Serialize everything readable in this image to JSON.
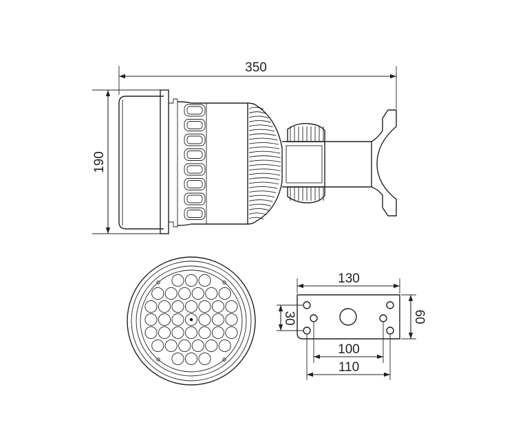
{
  "dimensions": {
    "overall_length": "350",
    "height": "190",
    "plate_width": "130",
    "plate_height": "60",
    "hole_spacing_vertical": "30",
    "hole_spacing_inner": "100",
    "hole_spacing_outer": "110"
  },
  "front_view": {
    "led_rows": [
      3,
      6,
      7,
      7,
      7,
      6,
      3
    ]
  }
}
